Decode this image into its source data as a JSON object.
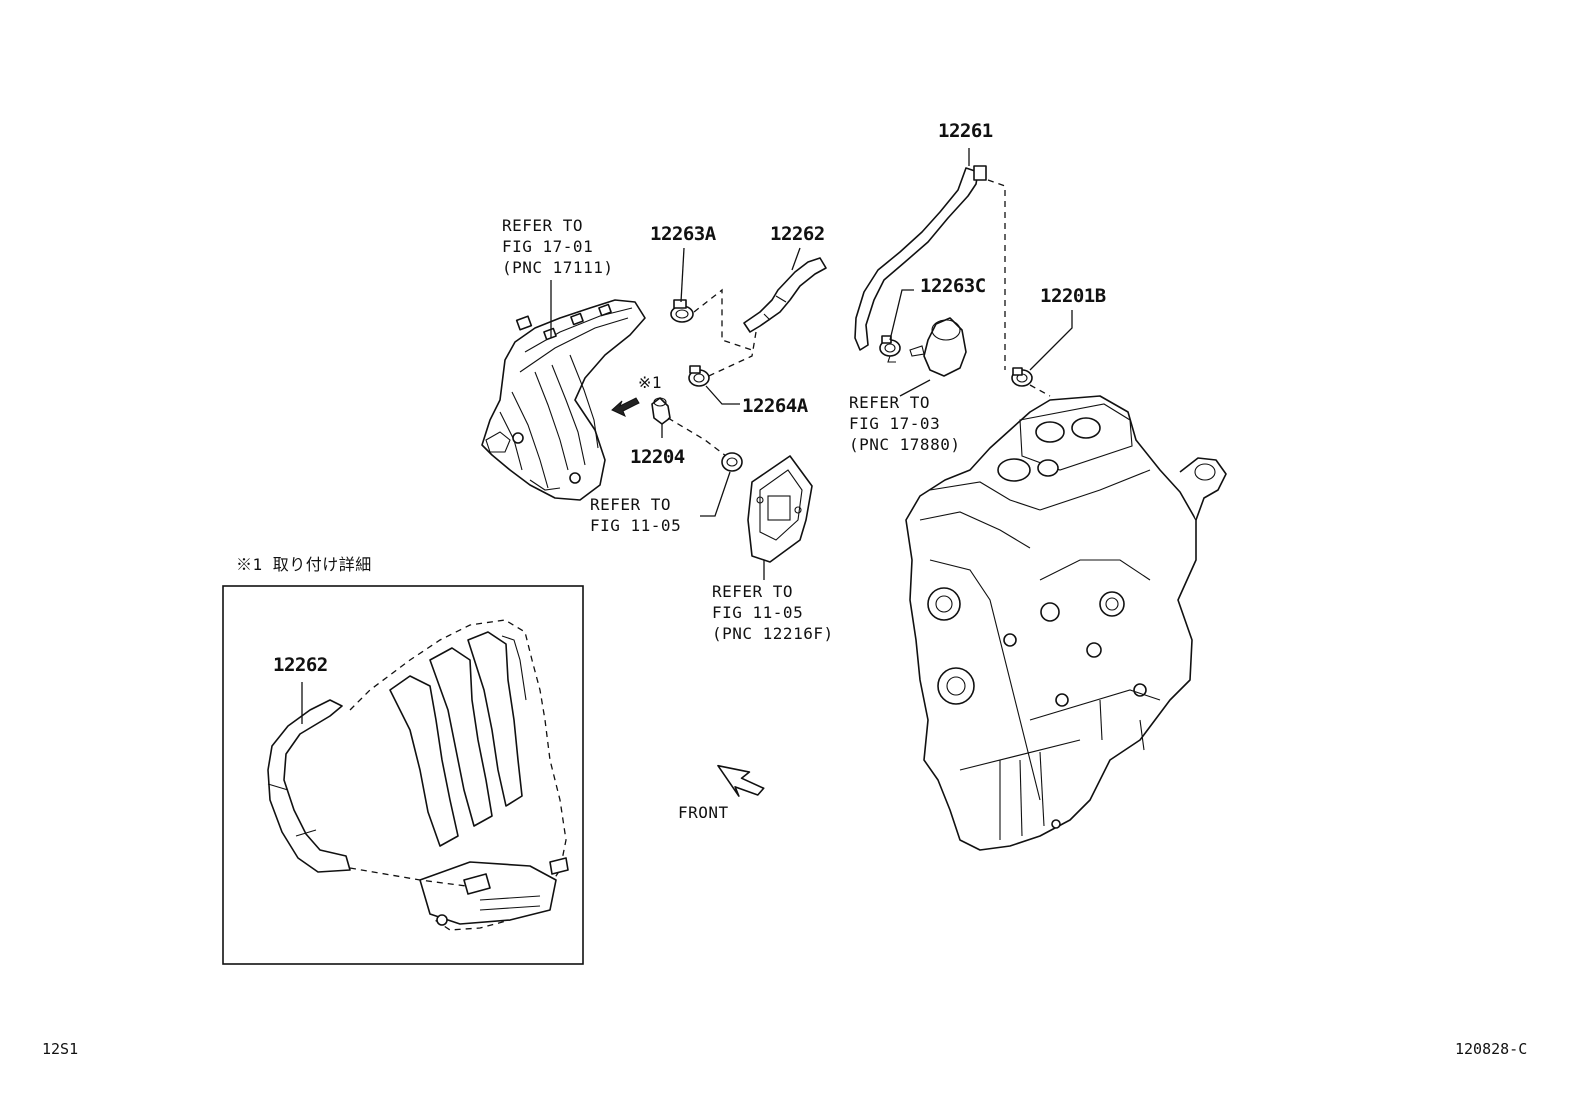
{
  "labels": {
    "p12261": "12261",
    "p12263a": "12263A",
    "p12262": "12262",
    "p12263c": "12263C",
    "p12201b": "12201B",
    "p12264a": "12264A",
    "p12204": "12204",
    "detail_12262": "12262",
    "mark1": "※1"
  },
  "refs": {
    "fig1701": [
      "REFER TO",
      "FIG 17-01",
      "(PNC 17111)"
    ],
    "fig1703": [
      "REFER TO",
      "FIG 17-03",
      "(PNC 17880)"
    ],
    "fig1105a": [
      "REFER TO",
      "FIG 11-05"
    ],
    "fig1105b": [
      "REFER TO",
      "FIG 11-05",
      "(PNC 12216F)"
    ]
  },
  "detail": {
    "title": "※1  取り付け詳細"
  },
  "front_label": "FRONT",
  "footer": {
    "left": "12S1",
    "right": "120828-C"
  }
}
